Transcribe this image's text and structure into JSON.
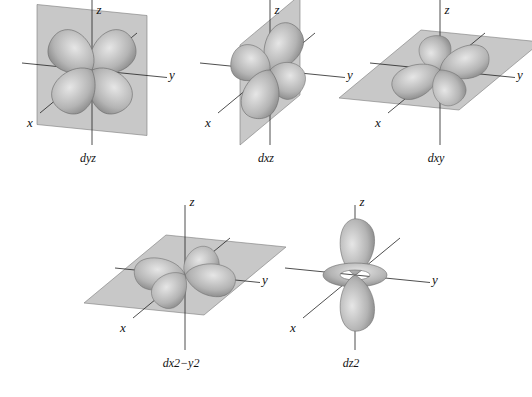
{
  "diagram": {
    "labels": [
      "z",
      "y",
      "x",
      "dyz",
      "z",
      "y",
      "x",
      "dxz",
      "z",
      "y",
      "x",
      "dxy",
      "z",
      "y",
      "x",
      "dx2−y2",
      "z",
      "y",
      "x",
      "dz2"
    ]
  }
}
